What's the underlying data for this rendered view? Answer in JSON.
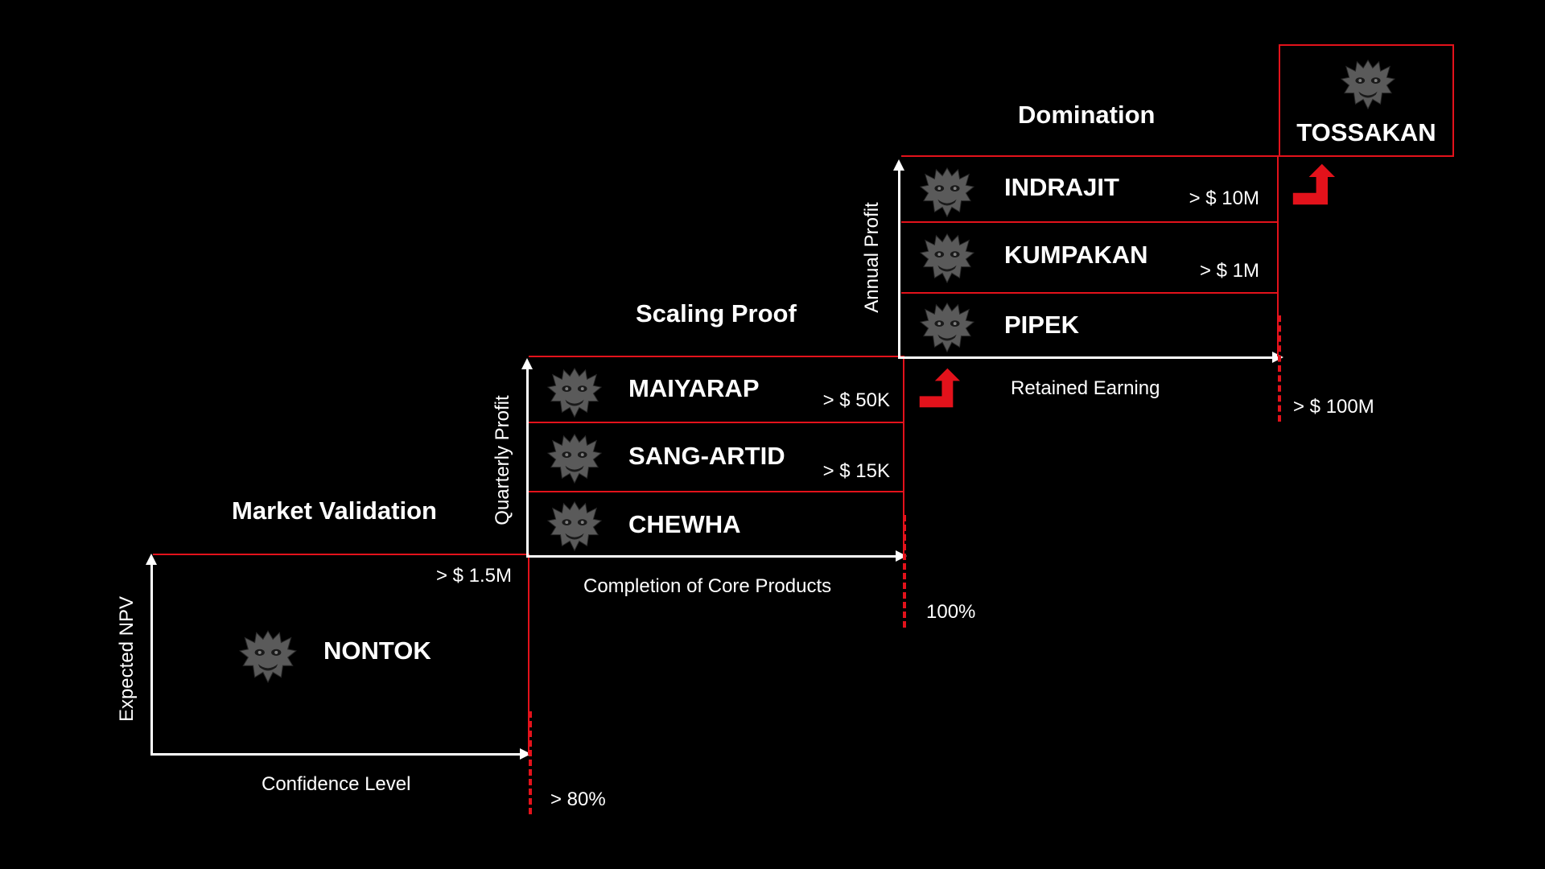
{
  "stages": [
    {
      "title": "Market Validation",
      "y_axis": "Expected NPV",
      "x_axis": "Confidence Level",
      "milestone": "> 80%",
      "levels": [
        {
          "name": "NONTOK",
          "threshold": "> $ 1.5M"
        }
      ]
    },
    {
      "title": "Scaling Proof",
      "y_axis": "Quarterly Profit",
      "x_axis": "Completion of Core Products",
      "milestone": "100%",
      "levels": [
        {
          "name": "MAIYARAP",
          "threshold": "> $ 50K"
        },
        {
          "name": "SANG-ARTID",
          "threshold": "> $ 15K"
        },
        {
          "name": "CHEWHA",
          "threshold": ""
        }
      ]
    },
    {
      "title": "Domination",
      "y_axis": "Annual Profit",
      "x_axis": "Retained Earning",
      "milestone": "> $ 100M",
      "levels": [
        {
          "name": "INDRAJIT",
          "threshold": "> $ 10M"
        },
        {
          "name": "KUMPAKAN",
          "threshold": "> $ 1M"
        },
        {
          "name": "PIPEK",
          "threshold": ""
        }
      ]
    }
  ],
  "final": {
    "name": "TOSSAKAN"
  },
  "icons": {
    "level_icon": "mask-icon",
    "arrow_icon": "up-arrow-icon"
  },
  "colors": {
    "accent": "#e3121b",
    "background": "#000000",
    "text": "#ffffff",
    "icon": "#555555"
  }
}
